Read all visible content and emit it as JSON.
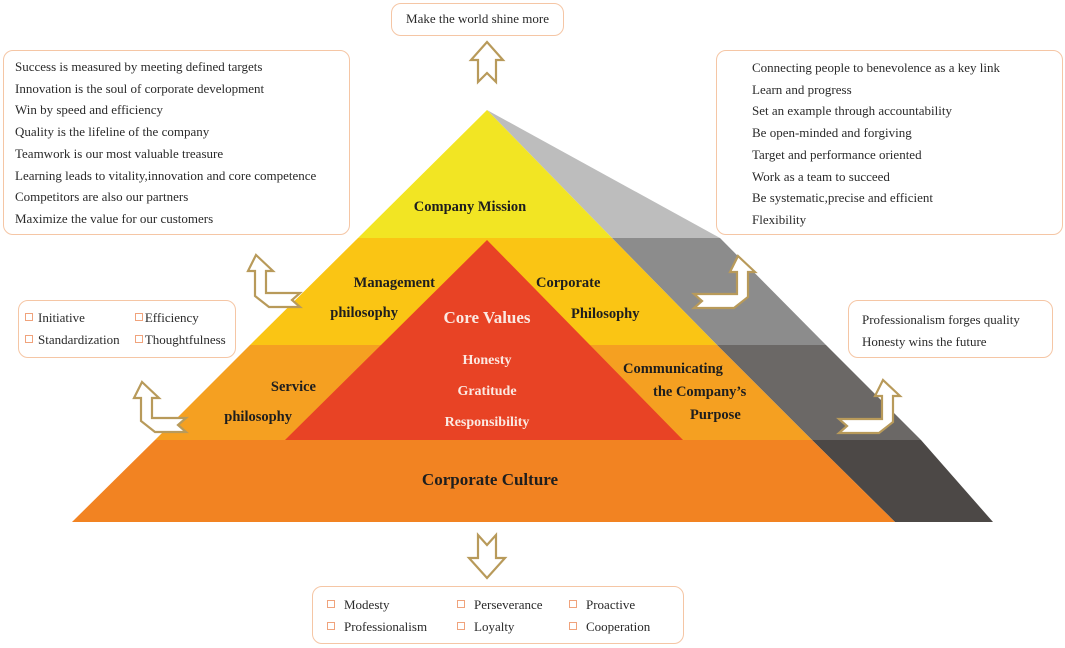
{
  "top_box": {
    "text": "Make the world shine more"
  },
  "left_box": {
    "lines": [
      "Success is measured by meeting defined targets",
      "Innovation is the soul of corporate development",
      "Win by speed and efficiency",
      "Quality is the lifeline of the company",
      "Teamwork  is our most valuable treasure",
      "Learning leads to vitality,innovation and core competence",
      "Competitors are also our partners",
      "Maximize the value for our customers"
    ]
  },
  "right_box": {
    "lines": [
      "Connecting people to benevolence as a key link",
      "Learn and progress",
      "Set an example through accountability",
      "Be open-minded and forgiving",
      "Target and performance oriented",
      "Work as a team to succeed",
      "Be systematic,precise and efficient",
      "Flexibility"
    ]
  },
  "service_box": {
    "items": [
      "Initiative",
      "Efficiency",
      "Standardization",
      "Thoughtfulness"
    ]
  },
  "purpose_box": {
    "lines": [
      "Professionalism forges quality",
      "Honesty wins the future"
    ]
  },
  "bottom_box": {
    "items": [
      "Modesty",
      "Perseverance",
      "Proactive",
      "Professionalism",
      "Loyalty",
      "Cooperation"
    ]
  },
  "pyramid": {
    "mission": "Company Mission",
    "management": [
      "Management",
      "philosophy"
    ],
    "corporate_philosophy": [
      "Corporate",
      "Philosophy"
    ],
    "service": [
      "Service",
      "philosophy"
    ],
    "purpose": [
      "Communicating",
      "the Company’s",
      "Purpose"
    ],
    "core_title": "Core Values",
    "core_values": [
      "Honesty",
      "Gratitude",
      "Responsibility"
    ],
    "culture": "Corporate Culture"
  },
  "colors": {
    "mission": "#f2e523",
    "tier2": "#fac514",
    "tier3": "#f5a021",
    "culture": "#f28322",
    "core": "#e84325",
    "shadow_light": "#bdbdbd",
    "shadow_mid": "#8a8a8a",
    "shadow_dark": "#6b6866",
    "shadow_base": "#4c4846",
    "arrow": "#b89a5a",
    "box_border": "#f5c6a5"
  }
}
